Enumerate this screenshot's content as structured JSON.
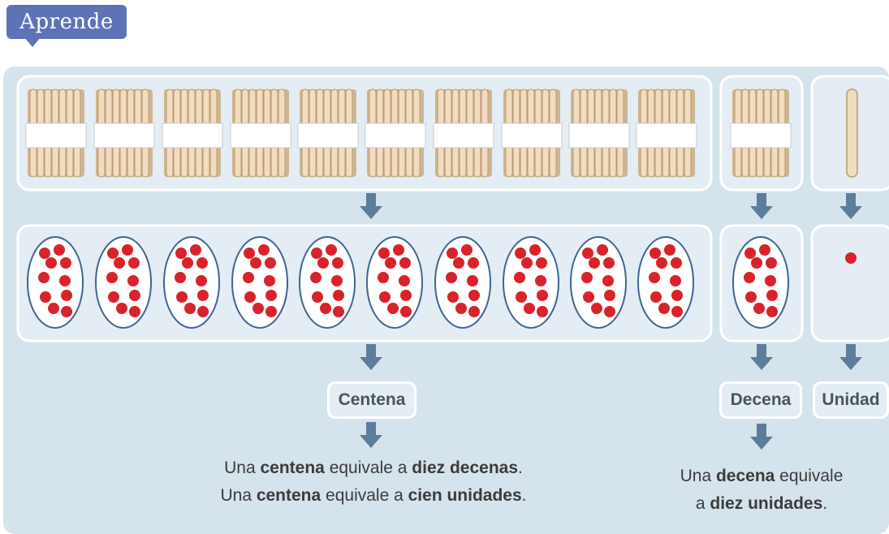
{
  "header": {
    "title": "Aprende"
  },
  "colors": {
    "panel": "#d5e3ec",
    "box": "#e3edf3",
    "arrow": "#5d7d9d",
    "dot": "#d8232a",
    "stick": "#efd8b8",
    "tag": "#5e73b7"
  },
  "icons": [
    "bundle-of-sticks-icon",
    "single-stick-icon",
    "dot-group-icon",
    "single-dot-icon",
    "down-arrow-icon"
  ],
  "labels": {
    "centena": "Centena",
    "decena": "Decena",
    "unidad": "Unidad"
  },
  "captions": {
    "centena_line1": [
      "Una ",
      "centena",
      " equivale a ",
      "diez decenas",
      "."
    ],
    "centena_line2": [
      "Una ",
      "centena",
      " equivale a ",
      "cien unidades",
      "."
    ],
    "decena_line1": [
      "Una ",
      "decena",
      " equivale"
    ],
    "decena_line2": [
      "a ",
      "diez unidades",
      "."
    ]
  },
  "counts": {
    "decenas_in_centena": 10,
    "dots_per_decena": 10
  }
}
